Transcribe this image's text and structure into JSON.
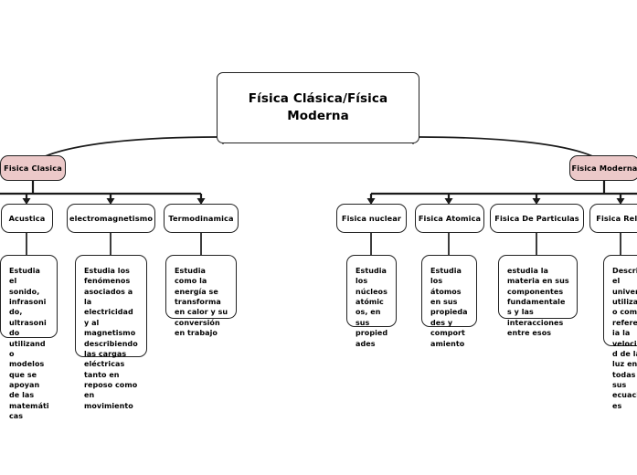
{
  "diagram": {
    "type": "mind-map",
    "title": "Física Clásica/Física Moderna",
    "background_color": "#ffffff",
    "node_border_color": "#222222",
    "branch_fill_color": "#ecc9c9",
    "node_fill_color": "#ffffff",
    "edge_color": "#1a1a1a"
  },
  "root": {
    "label": "Física Clásica/Física Moderna"
  },
  "branches": [
    {
      "id": "clasica",
      "label": "Fisica Clasica",
      "children": [
        {
          "id": "acustica",
          "label": "Acustica",
          "description": "Estudia el sonido, infrasonido, ultrasonido utilizando modelos que se apoyan de las matemáticas"
        },
        {
          "id": "electromagnetismo",
          "label": "electromagnetismo",
          "description": "Estudia los fenómenos asociados a la electricidad y al magnetismo describiendo las cargas eléctricas tanto en reposo como en movimiento"
        },
        {
          "id": "termodinamica",
          "label": "Termodinamica",
          "description": "Estudia como la energía se transforma en calor y su conversión en trabajo"
        }
      ]
    },
    {
      "id": "moderna",
      "label": "Fisica Moderna",
      "children": [
        {
          "id": "nuclear",
          "label": "Fisica nuclear",
          "description": "Estudia los núcleos atómicos, en sus propiedades"
        },
        {
          "id": "atomica",
          "label": "Fisica Atomica",
          "description": "Estudia los átomos en sus propiedades y comportamiento"
        },
        {
          "id": "particulas",
          "label": "Fisica De Particulas",
          "description": "estudia la materia en sus componentes fundamentales y las interacciones entre esos"
        },
        {
          "id": "relativista",
          "label": "Fisica Relativista",
          "description": "Describe el universo utilizando como referencia la velocidad de la luz en todas sus ecuaciones"
        }
      ]
    }
  ]
}
